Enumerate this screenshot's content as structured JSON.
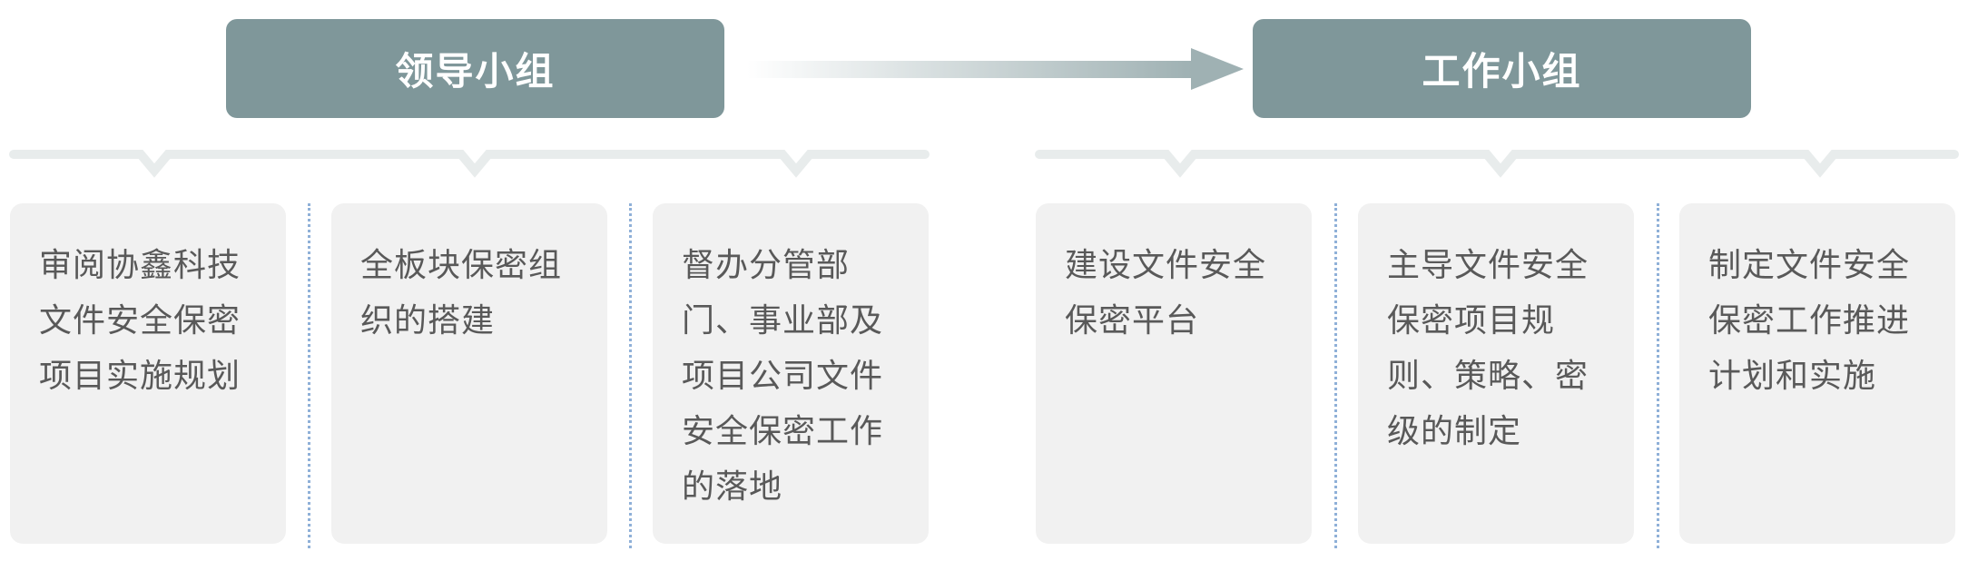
{
  "groups": [
    {
      "title": "领导小组",
      "items": [
        "审阅协鑫科技文件安全保密项目实施规划",
        "全板块保密组织的搭建",
        "督办分管部门、事业部及项目公司文件安全保密工作的落地"
      ]
    },
    {
      "title": "工作小组",
      "items": [
        "建设文件安全保密平台",
        "主导文件安全保密项目规则、策略、密级的制定",
        "制定文件安全保密工作推进计划和实施"
      ]
    }
  ],
  "colors": {
    "header": "#7f979a",
    "card": "#f1f1f1",
    "bracket": "#e8ecec",
    "divider": "#8fb0d8"
  }
}
